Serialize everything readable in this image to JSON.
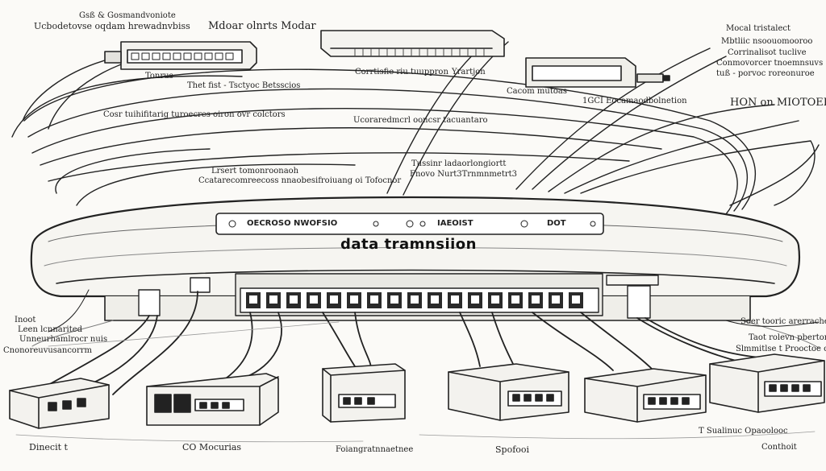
{
  "header_left": [
    "Gsß & Gosmandvoniote",
    "Ucbodetovse oqdam hrewadnvbiss"
  ],
  "header_modem": "Mdoar olnrts Modar",
  "top_right_block": [
    "Mocal tristalect",
    "Mbtliic nsoouomooroo",
    "Corrinalisot tuclive",
    "Conmovorcer tnoemnsuvs",
    "tuß - porvoc roreonuroe"
  ],
  "labels": {
    "device_left": "Tonrus",
    "thats_fi": "Thet fist - Tsctyoc Betsscios",
    "crossover": "Corrtisfie riu tuuppron",
    "crossover_right": "Yrartjon",
    "center_mouse": "Cacom mutoas",
    "cost_left": "Cosr tuihifitarig turoecres oiron ovr colctors",
    "docs": "Ucoraredmcrl ooncsr tacuantaro",
    "right_lock": "1GCI Eocamaodbolnetion",
    "right_bold": "HON on MIOTOEEM",
    "lsem": "Lrsert tomonroonaoh",
    "cdt": "Ccatarecomreecoss nnaobesifroiuang oi Tofocnor",
    "tusinr_a": "Tussinr ladaorlongiortt",
    "tusinr_b": "Fnovo Nurt3Trnmnmetrt3",
    "left_a": "Inoot",
    "left_b": "Leen lcnnarited",
    "left_c": "Unneurhamlrocr nuis",
    "left_d": "Cnonoreuvusancorrm",
    "right_a": "Soer tooric arerrachet",
    "right_b": "Taot rolevn pbertonnd",
    "right_c": "Slmmitlse t Prooctoe or oeno"
  },
  "panel_label_a": "OECROSO  NWOFSIO",
  "panel_label_b": "IAEOIST",
  "panel_label_c": "DOT",
  "title": "data tramnsiion",
  "bottom_labels": [
    "Dinecit t",
    "CO Mocurias",
    "Foiangratnnaetnee",
    "Spofooi",
    "T Sualinuc Opaoolooc",
    "Conthoit"
  ]
}
